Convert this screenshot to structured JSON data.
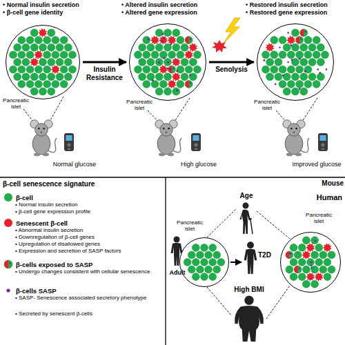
{
  "diagram": {
    "nodes": [
      {
        "text": [
          "Pancreatic islet"
        ]
      },
      {
        "text": [
          "Pancreatic islet"
        ]
      },
      {
        "text": [
          "Pancreatic islet"
        ]
      },
      {
        "text": [
          "Pancreatic islet"
        ]
      },
      {
        "text": [
          "Pancreatic islet"
        ]
      }
    ],
    "edges": [
      {
        "from": 0,
        "to": 1,
        "label": "Insulin Resistance",
        "arrow": "to"
      },
      {
        "from": 1,
        "to": 2,
        "label": "Senolysis",
        "arrow": "to"
      }
    ],
    "labels": [
      "• Normal insulin secretion",
      "• β-cell gene identity",
      "• Altered insulin secretion",
      "• Altered gene expression",
      "• Restored insulin secretion",
      "• Restored gene expression",
      "Normal glucose",
      "High glucose",
      "Improved glucose",
      "Mouse",
      "Human",
      "β-cell senescence signature",
      "• Normal insulin secretion",
      "• β-cell gene expression profile",
      "• Abnormal insulin secretion",
      "• Downregulation of β-cell genes",
      "• Upregulation of disallowed genes",
      "• Expression and secretion of SASP factors",
      "• Undergo changes consistent with cellular senescence",
      "• SASP- Senescence associated secretory phenotype",
      "• Secreted by senescent β-cells",
      "Adult",
      "Age",
      "T2D",
      "High BMI"
    ],
    "legend": [
      {
        "text": "β-cell",
        "color": "#1fae4b"
      },
      {
        "text": "Senescent β-cell",
        "color": "#e8202a"
      },
      {
        "text": "β-cells exposed to SASP"
      },
      {
        "text": "β-cells SASP",
        "color": "#6b2d8f"
      }
    ]
  }
}
